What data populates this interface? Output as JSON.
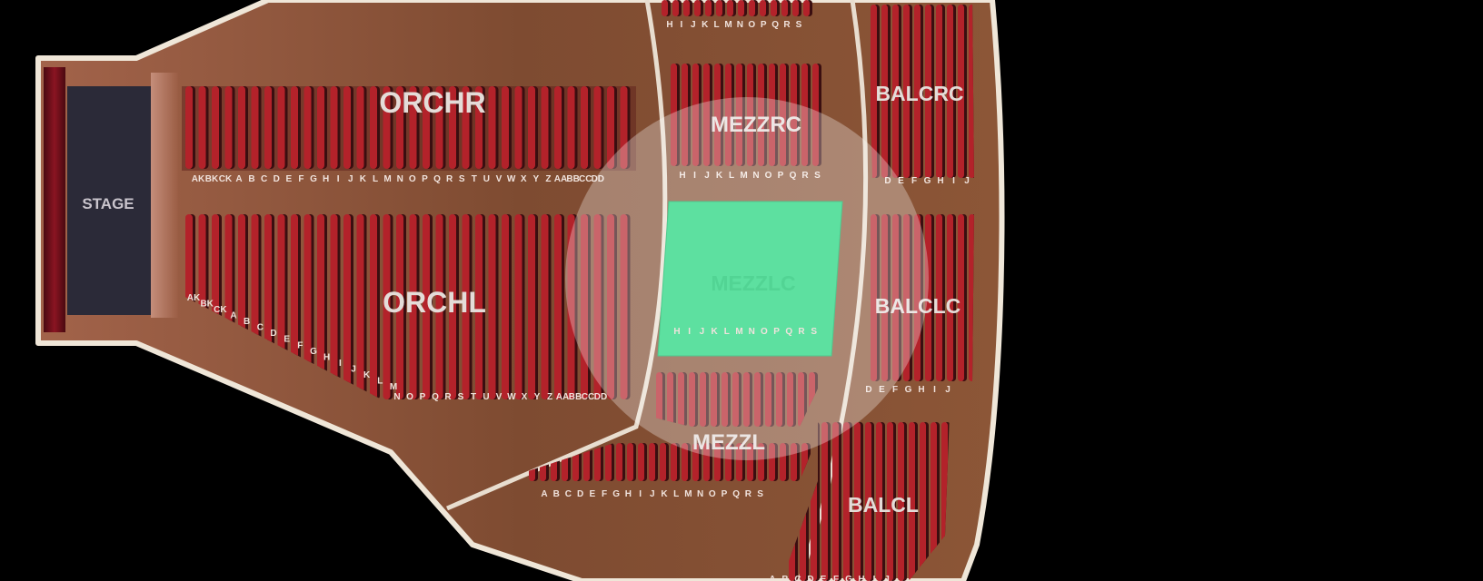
{
  "venue_map": {
    "stage_label": "STAGE",
    "colors": {
      "background": "#000000",
      "outline": "#efe6d8",
      "floor": "#8a5236",
      "seat": "#b3222a",
      "seat_shadow": "#3a0e10",
      "selected": "#5de0a0",
      "stage": "#2b2a38",
      "curtain": "#6e0f1a",
      "label": "#e4dcd8"
    },
    "sections": {
      "orchr": {
        "label": "ORCHR",
        "rows": [
          "AK",
          "BK",
          "CK",
          "A",
          "B",
          "C",
          "D",
          "E",
          "F",
          "G",
          "H",
          "I",
          "J",
          "K",
          "L",
          "M",
          "N",
          "O",
          "P",
          "Q",
          "R",
          "S",
          "T",
          "U",
          "V",
          "W",
          "X",
          "Y",
          "Z",
          "AA",
          "BB",
          "CC",
          "DD"
        ]
      },
      "orchl": {
        "label": "ORCHL",
        "rows": [
          "AK",
          "BK",
          "CK",
          "A",
          "B",
          "C",
          "D",
          "E",
          "F",
          "G",
          "H",
          "I",
          "J",
          "K",
          "L",
          "M",
          "N",
          "O",
          "P",
          "Q",
          "R",
          "S",
          "T",
          "U",
          "V",
          "W",
          "X",
          "Y",
          "Z",
          "AA",
          "BB",
          "CC",
          "DD"
        ]
      },
      "mezzrc_upper": {
        "rows": [
          "H",
          "I",
          "J",
          "K",
          "L",
          "M",
          "N",
          "O",
          "P",
          "Q",
          "R",
          "S"
        ]
      },
      "mezzrc": {
        "label": "MEZZRC",
        "rows": [
          "H",
          "I",
          "J",
          "K",
          "L",
          "M",
          "N",
          "O",
          "P",
          "Q",
          "R",
          "S"
        ]
      },
      "mezzlc": {
        "label": "MEZZLC",
        "rows": [
          "H",
          "I",
          "J",
          "K",
          "L",
          "M",
          "N",
          "O",
          "P",
          "Q",
          "R",
          "S"
        ],
        "selected": true
      },
      "mezzl": {
        "label": "MEZZL",
        "rows": [
          "A",
          "B",
          "C",
          "D",
          "E",
          "F",
          "G",
          "H",
          "I",
          "J",
          "K",
          "L",
          "M",
          "N",
          "O",
          "P",
          "Q",
          "R",
          "S"
        ]
      },
      "balcrc": {
        "label": "BALCRC",
        "rows": [
          "D",
          "E",
          "F",
          "G",
          "H",
          "I",
          "J"
        ]
      },
      "balclc": {
        "label": "BALCLC",
        "rows": [
          "D",
          "E",
          "F",
          "G",
          "H",
          "I",
          "J"
        ]
      },
      "balcl": {
        "label": "BALCL",
        "rows": [
          "A",
          "B",
          "C",
          "D",
          "E",
          "F",
          "G",
          "H",
          "I",
          "J"
        ]
      }
    }
  }
}
